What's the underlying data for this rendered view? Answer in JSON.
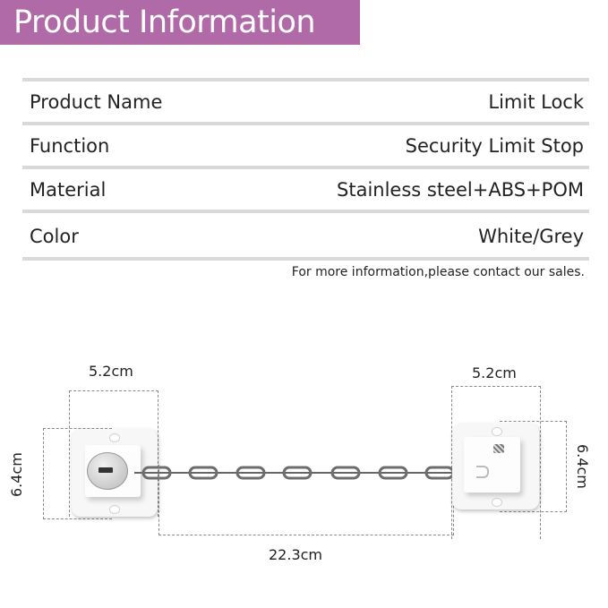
{
  "header": {
    "title": "Product Information",
    "band_color": "#b06aa8"
  },
  "specs": [
    {
      "label": "Product Name",
      "value": "Limit Lock"
    },
    {
      "label": "Function",
      "value": "Security Limit Stop"
    },
    {
      "label": "Material",
      "value": "Stainless steel+ABS+POM"
    },
    {
      "label": "Color",
      "value": "White/Grey"
    }
  ],
  "note": "For more information,please contact our sales.",
  "diagram": {
    "left_width": "5.2cm",
    "left_height": "6.4cm",
    "right_width": "5.2cm",
    "right_height": "6.4cm",
    "chain_length": "22.3cm"
  }
}
